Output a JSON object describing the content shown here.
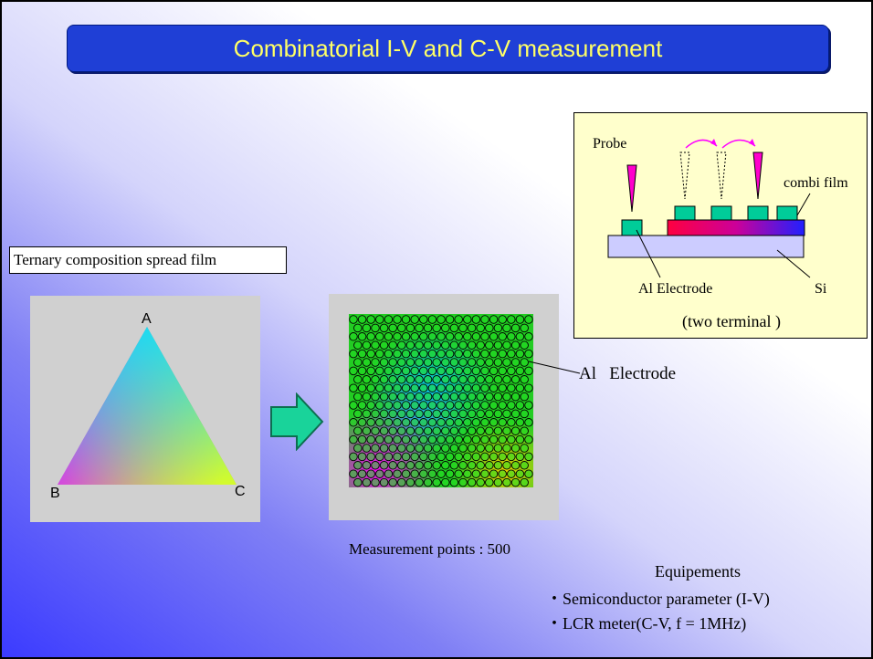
{
  "title": "Combinatorial I-V and C-V measurement",
  "film_label": "Ternary composition spread film",
  "triangle": {
    "vertex_a": "A",
    "vertex_b": "B",
    "vertex_c": "C"
  },
  "electrode_label": "Al   Electrode",
  "measurement_label": "Measurement points : 500",
  "inset": {
    "probe": "Probe",
    "combi_film": "combi film",
    "al_electrode": "Al Electrode",
    "si": "Si",
    "two_terminal": "(two terminal )"
  },
  "equipment": {
    "title": "Equipements",
    "items": [
      "・Semiconductor parameter (I-V)",
      "・LCR meter(C-V, f = 1MHz)"
    ]
  },
  "colors": {
    "title_bg": "#1f3fd6",
    "title_text": "#ffff66",
    "electrode_dot": "#22dd22",
    "probe": "#ff00cc",
    "inset_bg": "#ffffcc"
  },
  "icons": [
    "right-arrow-icon"
  ]
}
